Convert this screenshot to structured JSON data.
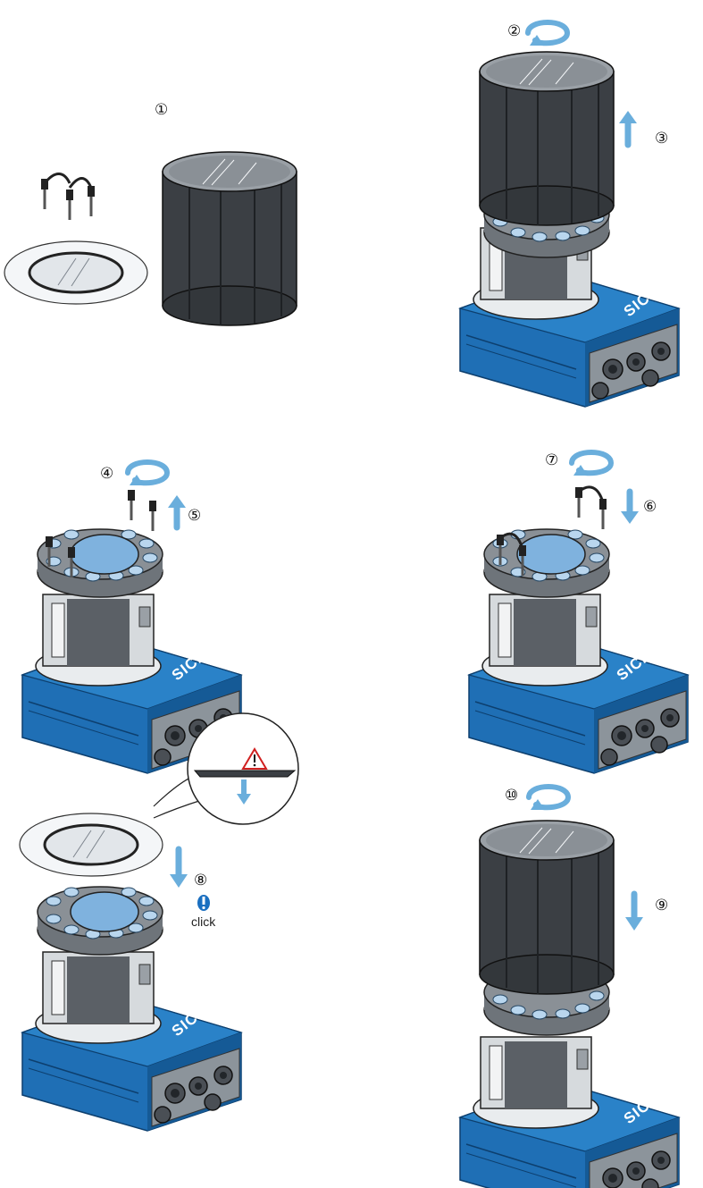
{
  "colors": {
    "housing_blue": "#1f6fb5",
    "housing_blue_dark": "#155a96",
    "cover_dark": "#3b3f44",
    "cover_top": "#9aa0a6",
    "arrow_blue": "#6aaedc",
    "window_blue": "#7fb2de",
    "warning_red": "#d02020",
    "info_blue": "#1a6fc0"
  },
  "brand": "SICK",
  "steps": [
    {
      "id": "step-1",
      "labels": [
        "①"
      ]
    },
    {
      "id": "step-2-3",
      "labels": [
        "②",
        "③"
      ]
    },
    {
      "id": "step-4-5",
      "labels": [
        "④",
        "⑤"
      ]
    },
    {
      "id": "step-7-6",
      "labels": [
        "⑦",
        "⑥"
      ]
    },
    {
      "id": "step-8",
      "labels": [
        "⑧"
      ],
      "note": "click"
    },
    {
      "id": "step-10-9",
      "labels": [
        "⑩",
        "⑨"
      ]
    }
  ],
  "icons": {
    "rotate": "rotate-arrow-icon",
    "lift": "lift-arrow-icon",
    "down": "down-arrow-icon",
    "warning": "warning-triangle-icon",
    "info": "info-exclamation-icon"
  }
}
